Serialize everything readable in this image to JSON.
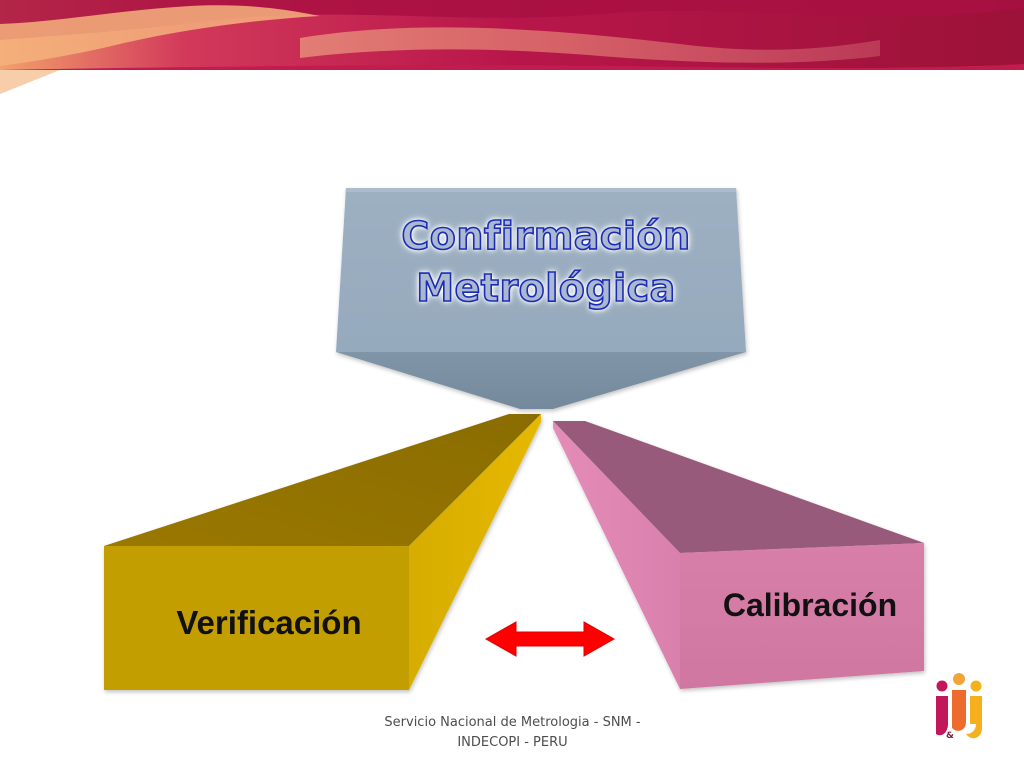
{
  "title": {
    "line1": "Confirmación",
    "line2": "Metrológica"
  },
  "left_box": {
    "label": "Verificación"
  },
  "right_box": {
    "label": "Calibración"
  },
  "connector": {
    "icon": "double-arrow-icon",
    "color": "#ff0000"
  },
  "footer": {
    "line1": "Servicio Nacional de Metrologia - SNM -",
    "line2": "INDECOPI - PERU"
  },
  "colors": {
    "banner": "#b8164a",
    "banner_light": "#f4a872",
    "top_box": "#9fb2c3",
    "left_box": "#c29d00",
    "right_box": "#d67ca6"
  },
  "logo": {
    "icon": "indecopi-logo-icon"
  }
}
